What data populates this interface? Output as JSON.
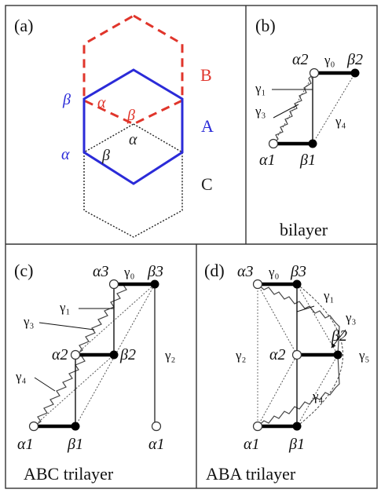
{
  "colors": {
    "layer_A": "#2b2bd8",
    "layer_B": "#e0352b",
    "layer_C": "#222222",
    "bond_bold": "#000000",
    "frame": "#333333"
  },
  "panel_a": {
    "label": "(a)",
    "layer_labels": {
      "B": "B",
      "A": "A",
      "C": "C"
    },
    "site_labels": {
      "beta_blue": "β",
      "alpha_blue": "α",
      "alpha_red": "α",
      "beta_red": "β",
      "alpha_black": "α",
      "beta_black": "β"
    }
  },
  "panel_b": {
    "label": "(b)",
    "caption": "bilayer",
    "sites": {
      "a1": "α1",
      "b1": "β1",
      "a2": "α2",
      "b2": "β2"
    },
    "couplings": {
      "g0": "γ₀",
      "g1": "γ₁",
      "g3": "γ₃",
      "g4": "γ₄"
    }
  },
  "panel_c": {
    "label": "(c)",
    "caption": "ABC trilayer",
    "sites": {
      "a1": "α1",
      "b1": "β1",
      "a2": "α2",
      "b2": "β2",
      "a3": "α3",
      "b3": "β3",
      "a1_right": "α1"
    },
    "couplings": {
      "g0": "γ₀",
      "g1": "γ₁",
      "g2": "γ₂",
      "g3": "γ₃",
      "g4": "γ₄"
    }
  },
  "panel_d": {
    "label": "(d)",
    "caption": "ABA trilayer",
    "sites": {
      "a1": "α1",
      "b1": "β1",
      "a2": "α2",
      "b2": "β2",
      "a3": "α3",
      "b3": "β3"
    },
    "couplings": {
      "g0": "γ₀",
      "g1": "γ₁",
      "g2": "γ₂",
      "g3": "γ₃",
      "g4": "γ₄",
      "g5": "γ₅"
    }
  }
}
